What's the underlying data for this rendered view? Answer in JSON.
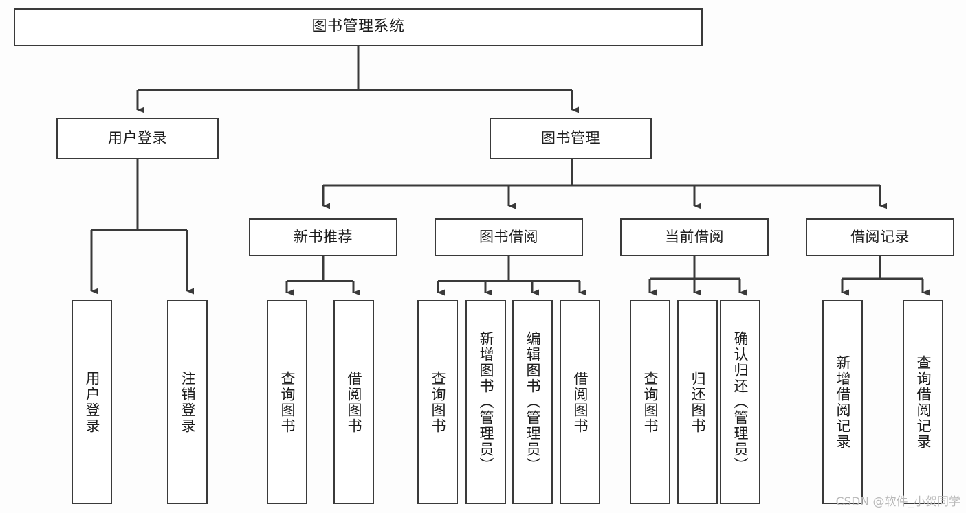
{
  "diagram": {
    "type": "tree",
    "title": "图书管理系统",
    "orientation": "top-down",
    "colors": {
      "node_border": "#3a3a3a",
      "node_fill": "#ffffff",
      "edge": "#3a3a3a",
      "text": "#1c1c1c",
      "background": "#fdfdfd",
      "watermark": "#b9b9b9"
    },
    "nodes": {
      "root": {
        "label": "图书管理系统",
        "level": 1
      },
      "user_login": {
        "label": "用户登录",
        "level": 2
      },
      "book_manage": {
        "label": "图书管理",
        "level": 2
      },
      "new_book_rec": {
        "label": "新书推荐",
        "level": 3
      },
      "book_borrow": {
        "label": "图书借阅",
        "level": 3
      },
      "current_borrow": {
        "label": "当前借阅",
        "level": 3
      },
      "borrow_record": {
        "label": "借阅记录",
        "level": 3
      },
      "leaf_user_login": {
        "label": "用户登录",
        "level": 3,
        "parent": "用户登录"
      },
      "leaf_user_logout": {
        "label": "注销登录",
        "level": 3,
        "parent": "用户登录"
      },
      "leaf_query_book_1": {
        "label": "查询图书",
        "level": 4,
        "parent": "新书推荐"
      },
      "leaf_borrow_book_1": {
        "label": "借阅图书",
        "level": 4,
        "parent": "新书推荐"
      },
      "leaf_query_book_2": {
        "label": "查询图书",
        "level": 4,
        "parent": "图书借阅"
      },
      "leaf_add_book": {
        "label": "新增图书（管理员）",
        "level": 4,
        "parent": "图书借阅"
      },
      "leaf_edit_book": {
        "label": "编辑图书（管理员）",
        "level": 4,
        "parent": "图书借阅"
      },
      "leaf_borrow_book_2": {
        "label": "借阅图书",
        "level": 4,
        "parent": "图书借阅"
      },
      "leaf_query_book_3": {
        "label": "查询图书",
        "level": 4,
        "parent": "当前借阅"
      },
      "leaf_return_book": {
        "label": "归还图书",
        "level": 4,
        "parent": "当前借阅"
      },
      "leaf_confirm_return": {
        "label": "确认归还（管理员）",
        "level": 4,
        "parent": "当前借阅"
      },
      "leaf_add_record": {
        "label": "新增借阅记录",
        "level": 4,
        "parent": "借阅记录"
      },
      "leaf_query_record": {
        "label": "查询借阅记录",
        "level": 4,
        "parent": "借阅记录"
      }
    }
  },
  "watermark": {
    "text": "CSDN @软件_小贺同学"
  }
}
